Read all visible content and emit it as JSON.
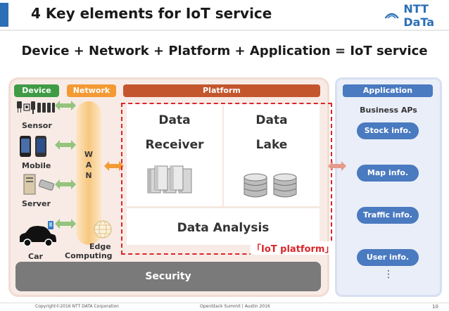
{
  "header": {
    "title": "4 Key elements for IoT service",
    "logo_text": "NTT DaTa"
  },
  "formula": "Device + Network + Platform + Application = IoT service",
  "tags": {
    "device": "Device",
    "network": "Network",
    "platform": "Platform",
    "application": "Application"
  },
  "devices": {
    "sensor": "Sensor",
    "mobile": "Mobile",
    "server": "Server",
    "car": "Car"
  },
  "network": {
    "wan_letters": [
      "W",
      "A",
      "N"
    ],
    "edge_line1": "Edge",
    "edge_line2": "Computing"
  },
  "platform": {
    "receiver_line1": "Data",
    "receiver_line2": "Receiver",
    "lake_line1": "Data",
    "lake_line2": "Lake",
    "analysis": "Data Analysis",
    "iot_label": "「IoT platform」",
    "security": "Security"
  },
  "application": {
    "heading": "Business APs",
    "items": [
      "Stock info.",
      "Map info.",
      "Traffic info.",
      "User info."
    ],
    "more": "⋮"
  },
  "footer": {
    "copyright": "Copyright©2016 NTT DATA Corporation",
    "event": "OpenStack Summit | Austin 2016",
    "page": "10"
  },
  "colors": {
    "device": "#3f9b45",
    "network": "#f39a35",
    "platform": "#c4562e",
    "application": "#4a7ac0",
    "arrow": "#94c47d",
    "app_arrow": "#e59a8a",
    "dashed": "#d9262a"
  }
}
